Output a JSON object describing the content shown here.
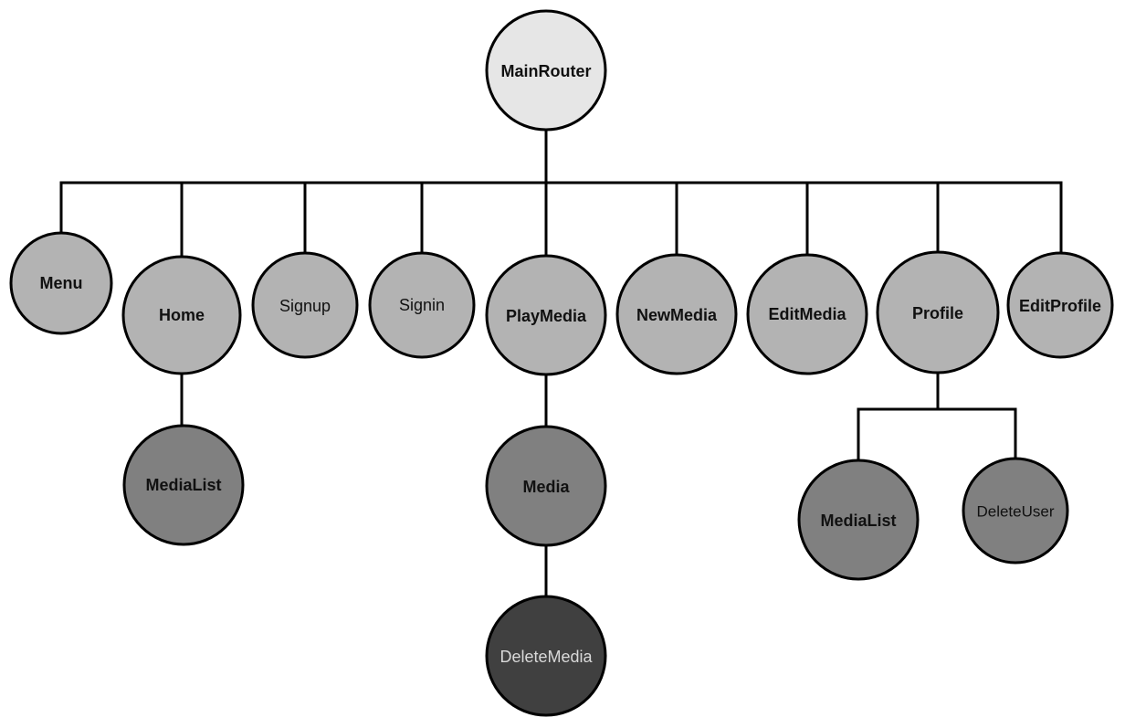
{
  "diagram": {
    "colors": {
      "root": "#e6e6e6",
      "level1": "#b3b3b3",
      "level2": "#808080",
      "level3": "#404040",
      "text_dark": "#111111",
      "text_light": "#d9d9d9",
      "line": "#000000"
    },
    "nodes": [
      {
        "id": "mainrouter",
        "label": "MainRouter",
        "level": "root",
        "bold": true
      },
      {
        "id": "menu",
        "label": "Menu",
        "level": "level1",
        "bold": true,
        "parent": "mainrouter"
      },
      {
        "id": "home",
        "label": "Home",
        "level": "level1",
        "bold": true,
        "parent": "mainrouter"
      },
      {
        "id": "signup",
        "label": "Signup",
        "level": "level1",
        "bold": false,
        "parent": "mainrouter"
      },
      {
        "id": "signin",
        "label": "Signin",
        "level": "level1",
        "bold": false,
        "parent": "mainrouter"
      },
      {
        "id": "playmedia",
        "label": "PlayMedia",
        "level": "level1",
        "bold": true,
        "parent": "mainrouter"
      },
      {
        "id": "newmedia",
        "label": "NewMedia",
        "level": "level1",
        "bold": true,
        "parent": "mainrouter"
      },
      {
        "id": "editmedia",
        "label": "EditMedia",
        "level": "level1",
        "bold": true,
        "parent": "mainrouter"
      },
      {
        "id": "profile",
        "label": "Profile",
        "level": "level1",
        "bold": true,
        "parent": "mainrouter"
      },
      {
        "id": "editprofile",
        "label": "EditProfile",
        "level": "level1",
        "bold": true,
        "parent": "mainrouter"
      },
      {
        "id": "home-medialist",
        "label": "MediaList",
        "level": "level2",
        "bold": true,
        "parent": "home"
      },
      {
        "id": "media",
        "label": "Media",
        "level": "level2",
        "bold": true,
        "parent": "playmedia"
      },
      {
        "id": "deletemedia",
        "label": "DeleteMedia",
        "level": "level3",
        "bold": false,
        "parent": "media"
      },
      {
        "id": "profile-medialist",
        "label": "MediaList",
        "level": "level2",
        "bold": true,
        "parent": "profile"
      },
      {
        "id": "deleteuser",
        "label": "DeleteUser",
        "level": "level2",
        "bold": false,
        "parent": "profile"
      }
    ]
  }
}
